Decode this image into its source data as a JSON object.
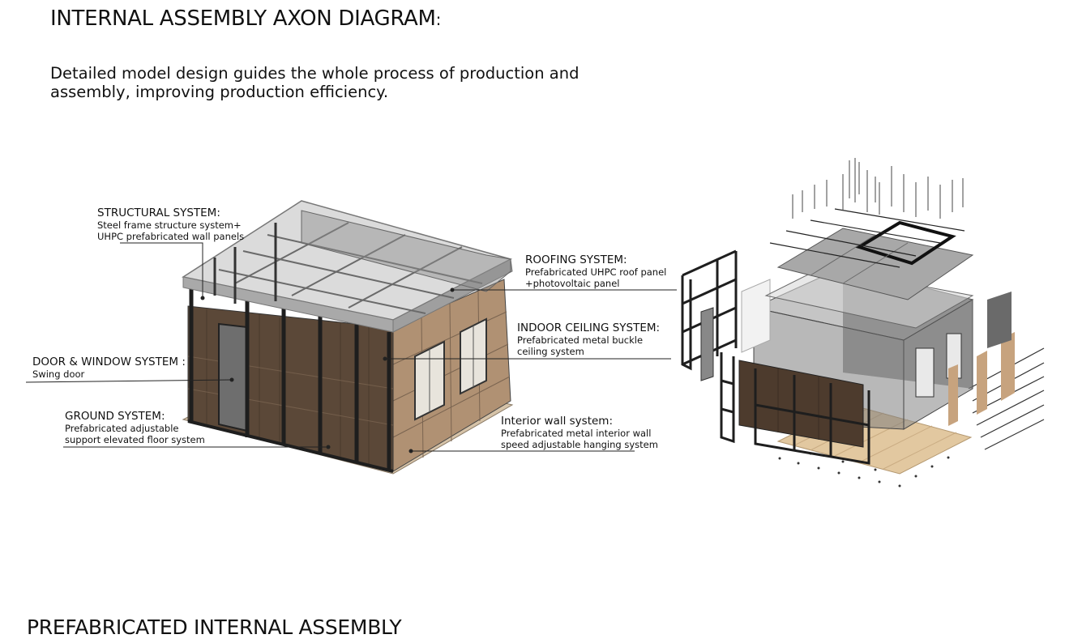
{
  "title": "INTERNAL ASSEMBLY AXON DIAGRAM",
  "title_colon": ":",
  "subtitle": "Detailed model design guides the whole process of production and assembly, improving production efficiency.",
  "footer": "PREFABRICATED  INTERNAL ASSEMBLY",
  "labels": {
    "structural": {
      "head": "STRUCTURAL SYSTEM:",
      "l1": "Steel frame structure system+",
      "l2": "UHPC prefabricated wall panels"
    },
    "door_window": {
      "head": "DOOR & WINDOW SYSTEM :",
      "l1": "Swing door"
    },
    "ground": {
      "head": "GROUND SYSTEM:",
      "l1": "Prefabricated adjustable",
      "l2": "support elevated floor system"
    },
    "roofing": {
      "head": "ROOFING SYSTEM:",
      "l1": "Prefabricated UHPC roof panel",
      "l2": "+photovoltaic panel"
    },
    "ceiling": {
      "head": "INDOOR CEILING SYSTEM:",
      "l1": "Prefabricated metal buckle",
      "l2": " ceiling system"
    },
    "interior_wall": {
      "head": "Interior wall system:",
      "l1": "Prefabricated metal interior wall",
      "l2": "speed adjustable hanging system"
    }
  },
  "colors": {
    "wood_dark": "#5a4635",
    "wood_light": "#c9a27a",
    "steel": "#2b2b2b",
    "glass": "#9a9a9a"
  }
}
